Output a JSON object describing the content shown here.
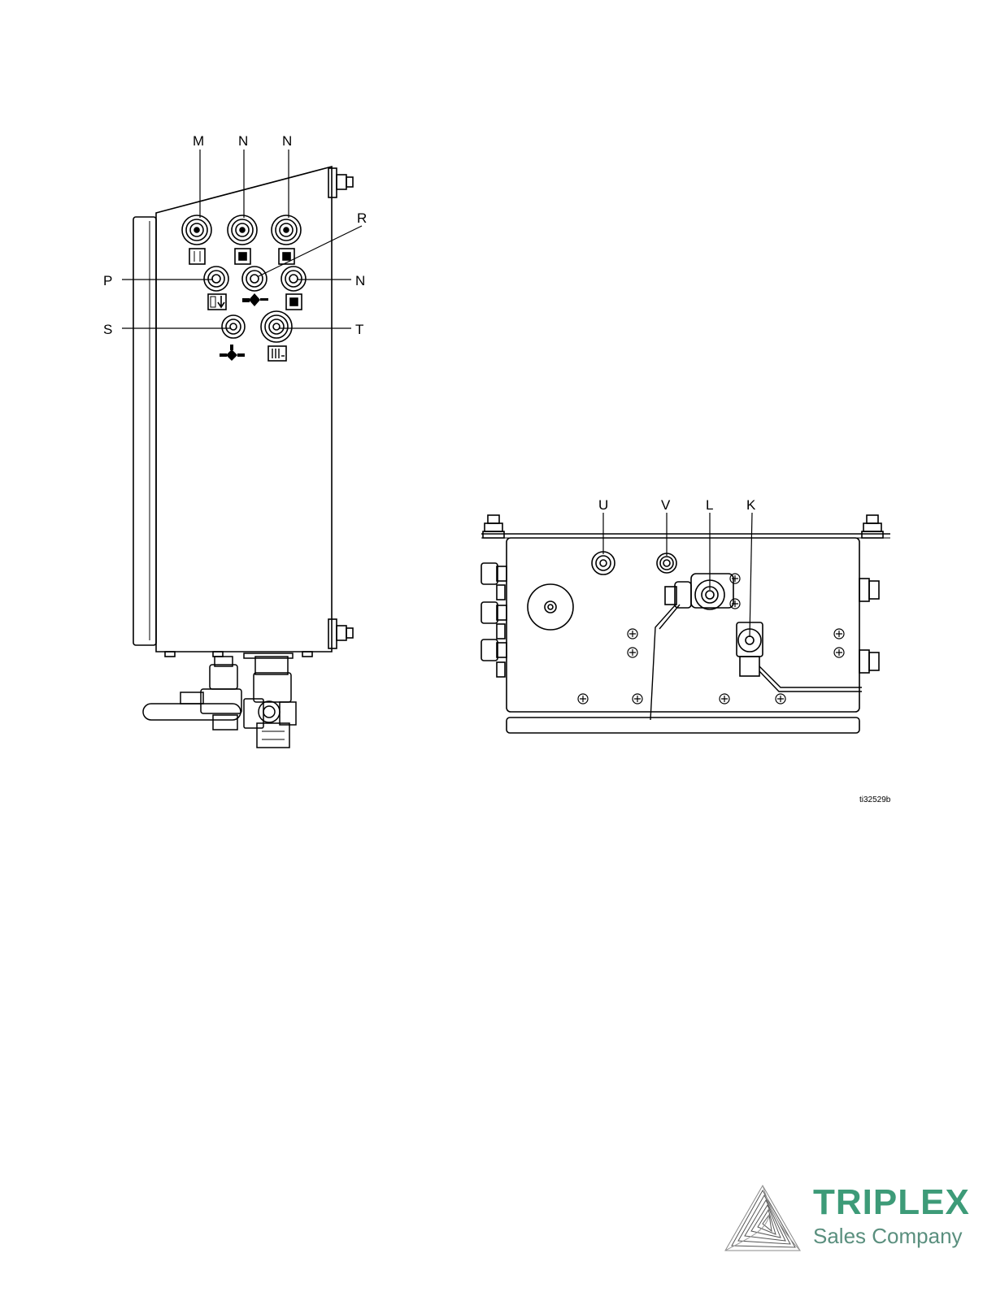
{
  "left_view": {
    "labels": {
      "M": "M",
      "N1": "N",
      "N2": "N",
      "R": "R",
      "P": "P",
      "N3": "N",
      "S": "S",
      "T": "T"
    }
  },
  "right_view": {
    "labels": {
      "U": "U",
      "V": "V",
      "L": "L",
      "K": "K"
    }
  },
  "figure_id": "ti32529b",
  "logo": {
    "name": "TRIPLEX",
    "subtitle": "Sales Company",
    "color": "#3d9b78",
    "mark_icon": "triplex-spiral-triangle-icon"
  }
}
